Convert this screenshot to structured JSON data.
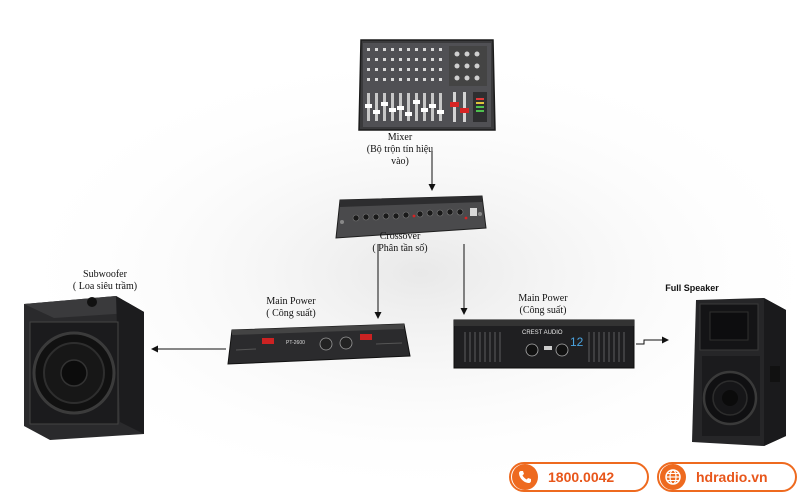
{
  "mixer": {
    "title": "Mixer",
    "subtitle_1": "(Bộ trộn tín hiệu",
    "subtitle_2": "vào)"
  },
  "crossover": {
    "title": "Crossover",
    "subtitle": "( Phân tần số)"
  },
  "subwoofer": {
    "title": "Subwoofer",
    "subtitle": "( Loa siêu trầm)"
  },
  "amp_left": {
    "title": "Main Power",
    "subtitle": "( Công suất)",
    "brand_text": "PT-2600"
  },
  "amp_right": {
    "title": "Main Power",
    "subtitle": "(Công suất)",
    "brand_text": "CREST AUDIO"
  },
  "full_speaker": {
    "title": "Full Speaker"
  },
  "contact": {
    "phone": "1800.0042",
    "website": "hdradio.vn",
    "phone_icon": "phone-icon",
    "web_icon": "globe-icon",
    "accent": "#ee6a1f"
  }
}
